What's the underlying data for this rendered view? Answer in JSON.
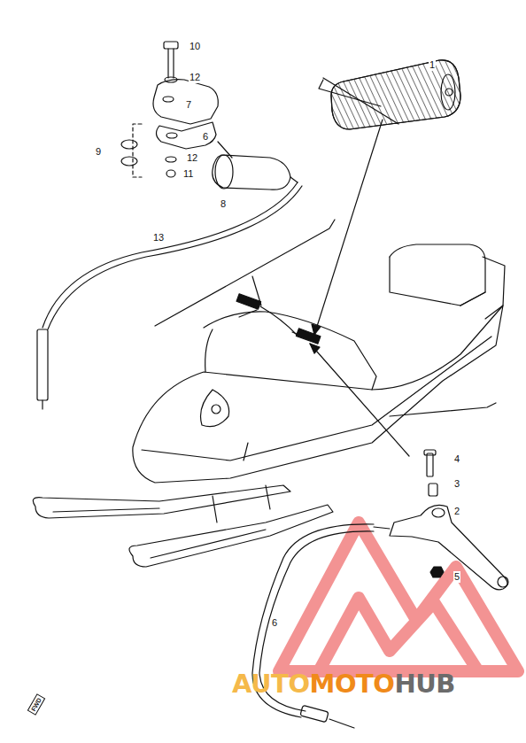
{
  "diagram": {
    "labels": [
      "10",
      "12",
      "1",
      "7",
      "6",
      "9",
      "12",
      "11",
      "8",
      "13",
      "4",
      "3",
      "2",
      "5",
      "6",
      "FWD",
      "AUTO",
      "MOTO",
      "HUB"
    ]
  }
}
